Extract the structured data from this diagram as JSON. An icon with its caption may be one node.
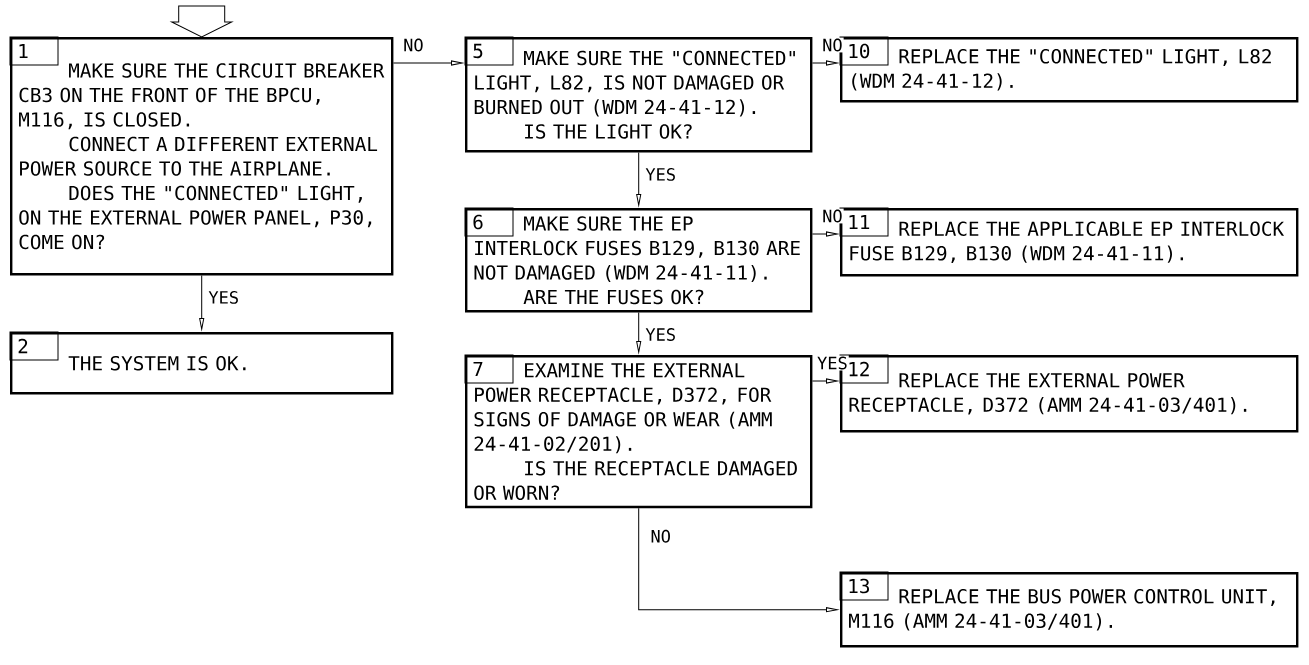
{
  "diagram": {
    "nodes": [
      {
        "text": [
          "1",
          "MAKE SURE THE CIRCUIT BREAKER CB3 ON THE FRONT OF THE BPCU, M116, IS CLOSED.",
          "CONNECT A DIFFERENT EXTERNAL POWER SOURCE TO THE AIRPLANE.",
          "DOES THE \"CONNECTED\" LIGHT, ON THE EXTERNAL POWER PANEL, P30, COME ON?"
        ]
      },
      {
        "text": [
          "5",
          "MAKE SURE THE \"CONNECTED\" LIGHT, L82, IS NOT DAMAGED OR BURNED OUT (WDM 24-41-12).",
          "IS THE LIGHT OK?"
        ]
      },
      {
        "text": [
          "10",
          "REPLACE THE \"CONNECTED\" LIGHT, L82 (WDM 24-41-12)."
        ]
      },
      {
        "text": [
          "6",
          "MAKE SURE THE EP INTERLOCK FUSES B129, B130 ARE NOT DAMAGED (WDM 24-41-11).",
          "ARE THE FUSES OK?"
        ]
      },
      {
        "text": [
          "11",
          "REPLACE THE APPLICABLE EP INTERLOCK FUSE B129, B130 (WDM 24-41-11)."
        ]
      },
      {
        "text": [
          "2",
          "THE SYSTEM IS OK."
        ]
      },
      {
        "text": [
          "7",
          "EXAMINE THE EXTERNAL POWER RECEPTACLE, D372, FOR SIGNS OF DAMAGE OR WEAR (AMM 24-41-02/201).",
          "IS THE RECEPTACLE DAMAGED OR WORN?"
        ]
      },
      {
        "text": [
          "12",
          "REPLACE THE EXTERNAL POWER RECEPTACLE, D372 (AMM 24-41-03/401)."
        ]
      },
      {
        "text": [
          "13",
          "REPLACE THE BUS POWER CONTROL UNIT, M116 (AMM 24-41-03/401)."
        ]
      }
    ],
    "edges": [
      {
        "from": null,
        "to": 0,
        "arrow": "to"
      },
      {
        "from": 0,
        "to": 1,
        "arrow": "to",
        "label": "NO"
      },
      {
        "from": 1,
        "to": 2,
        "arrow": "to",
        "label": "NO"
      },
      {
        "from": 0,
        "to": 5,
        "arrow": "to",
        "label": "YES"
      },
      {
        "from": 1,
        "to": 3,
        "arrow": "to",
        "label": "YES"
      },
      {
        "from": 3,
        "to": 4,
        "arrow": "to",
        "label": "NO"
      },
      {
        "from": 3,
        "to": 6,
        "arrow": "to",
        "label": "YES"
      },
      {
        "from": 6,
        "to": 7,
        "arrow": "to",
        "label": "YES"
      },
      {
        "from": 6,
        "to": 8,
        "arrow": "to",
        "label": "NO"
      }
    ]
  }
}
